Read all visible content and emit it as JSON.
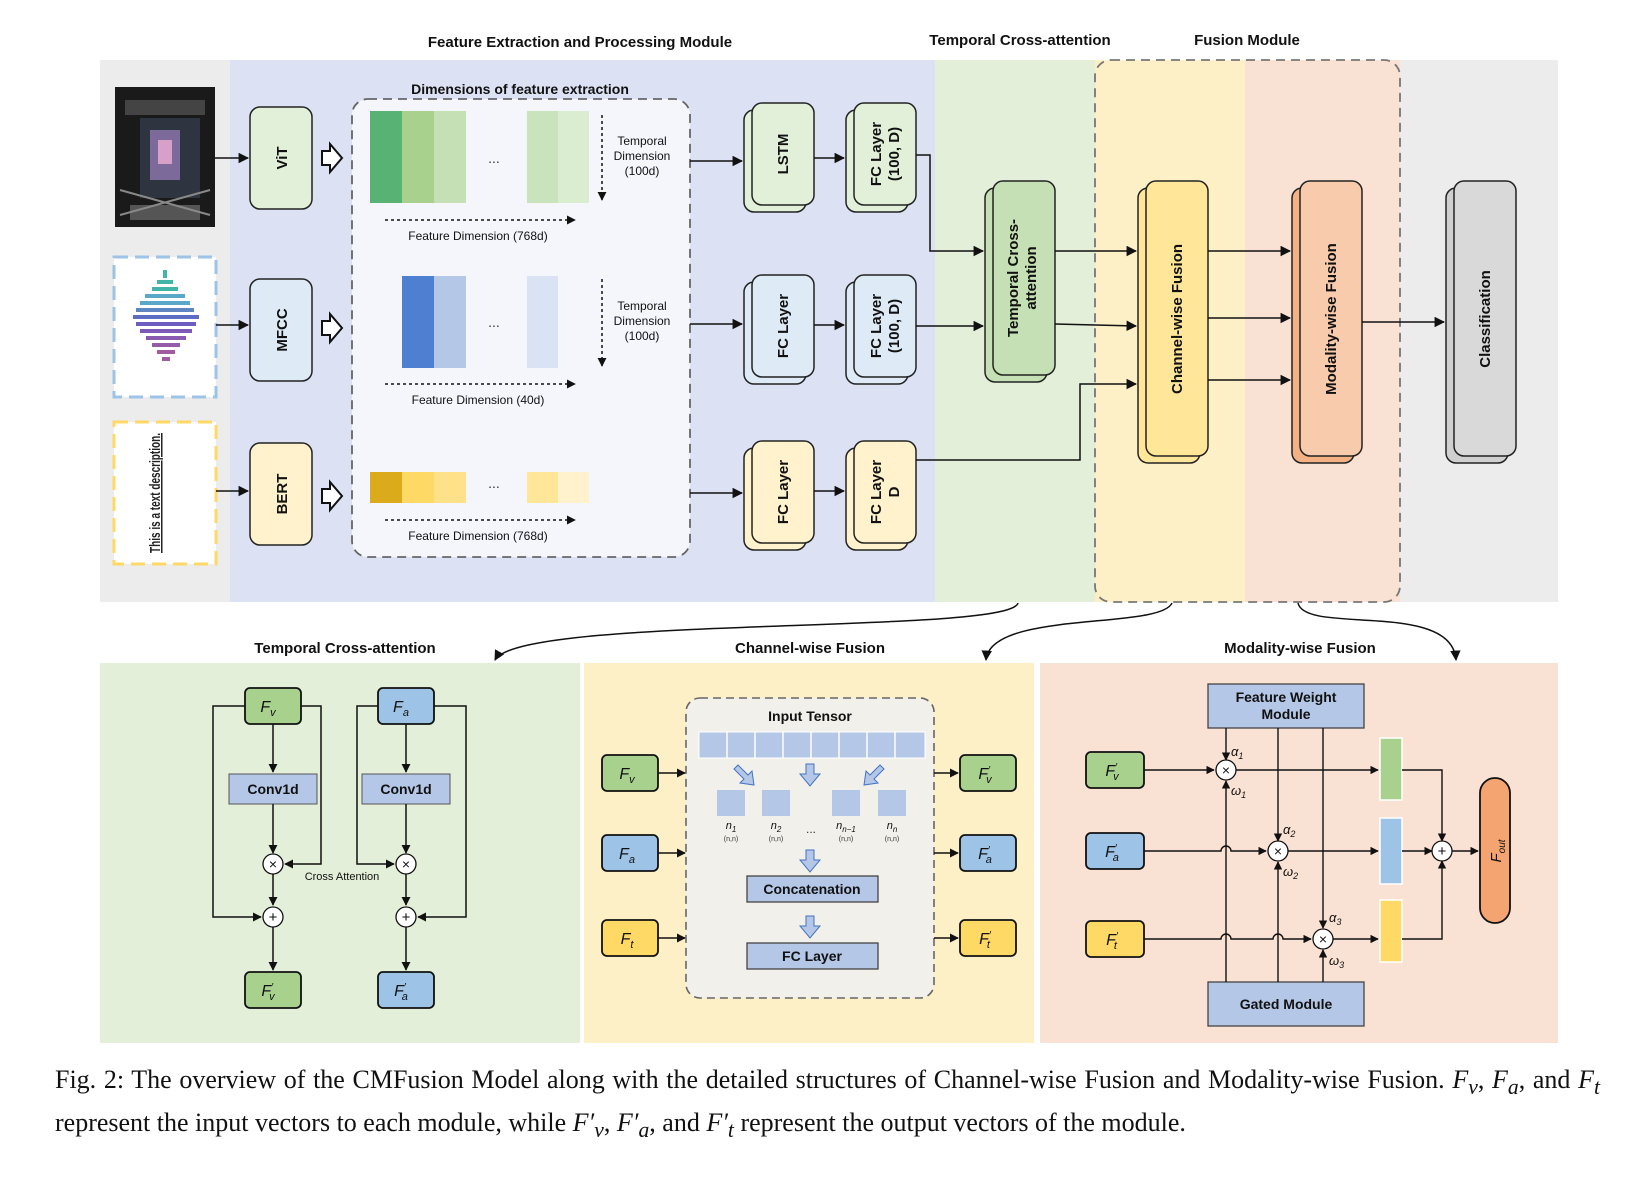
{
  "headers": {
    "feature_extraction": "Feature Extraction and Processing Module",
    "temporal_cross_attention": "Temporal Cross-attention",
    "fusion_module": "Fusion Module",
    "dimensions": "Dimensions of feature extraction"
  },
  "inputs": {
    "text_sample": "This is a text description."
  },
  "extractors": [
    "ViT",
    "MFCC",
    "BERT"
  ],
  "feature_rows": [
    {
      "temporal": [
        "Temporal",
        "Dimension",
        "(100d)"
      ],
      "feature_dim": "Feature Dimension (768d)",
      "ellipsis": "..."
    },
    {
      "temporal": [
        "Temporal",
        "Dimension",
        "(100d)"
      ],
      "feature_dim": "Feature Dimension (40d)",
      "ellipsis": "..."
    },
    {
      "feature_dim": "Feature Dimension (768d)",
      "ellipsis": "..."
    }
  ],
  "processing": {
    "lstm": "LSTM",
    "fc_layer": "FC Layer",
    "fc_100d": [
      "FC Layer",
      "(100, D)"
    ],
    "fc_d": [
      "FC Layer",
      "D"
    ]
  },
  "main_blocks": {
    "temporal": [
      "Temporal Cross-",
      "attention"
    ],
    "channel": "Channel-wise Fusion",
    "modality": "Modality-wise Fusion",
    "classification": "Classification"
  },
  "bottom_titles": {
    "temporal": "Temporal Cross-attention",
    "channel": "Channel-wise Fusion",
    "modality": "Modality-wise Fusion"
  },
  "tca_panel": {
    "conv1": "Conv1d",
    "conv2": "Conv1d",
    "cross_attention": "Cross Attention",
    "fv": "F",
    "fv_sub": "v",
    "fa": "F",
    "fa_sub": "a"
  },
  "cwf_panel": {
    "input_tensor": "Input Tensor",
    "n_labels": [
      "n",
      "n",
      "n",
      "n"
    ],
    "n_subs": [
      "1",
      "2",
      "n−1",
      "n"
    ],
    "n_dims": [
      "(n,n)",
      "(n,n)",
      "(n,n)",
      "(n,n)"
    ],
    "dots": "...",
    "concatenation": "Concatenation",
    "fc_layer": "FC Layer",
    "inputs": [
      "v",
      "a",
      "t"
    ]
  },
  "mwf_panel": {
    "feature_weight": [
      "Feature Weight",
      "Module"
    ],
    "gated": "Gated Module",
    "alphas": [
      "α",
      "α",
      "α"
    ],
    "alpha_subs": [
      "1",
      "2",
      "3"
    ],
    "omegas": [
      "ω",
      "ω",
      "ω"
    ],
    "omega_subs": [
      "1",
      "2",
      "3"
    ],
    "out_label": "F",
    "out_sub": "out"
  },
  "caption": {
    "p1": "Fig. 2: The overview of the CMFusion Model along with the detailed structures of Channel-wise Fusion and Modality-wise Fusion.",
    "p2": ", and",
    "p3": "represent the input vectors to each module, while",
    "p4": ", and",
    "p5": "represent the output vectors of the module."
  },
  "colors": {
    "blue_bg": "#dde3f3",
    "green_bg": "#e3efd9",
    "yellow_bg": "#fdefc6",
    "orange_bg": "#f9e2d4",
    "gray_bg": "#eeeeee",
    "green_box": "#c5e0b4",
    "blue_box": "#bdd7ee",
    "yellow_box": "#fde9a5",
    "orange_box": "#f4b183"
  }
}
